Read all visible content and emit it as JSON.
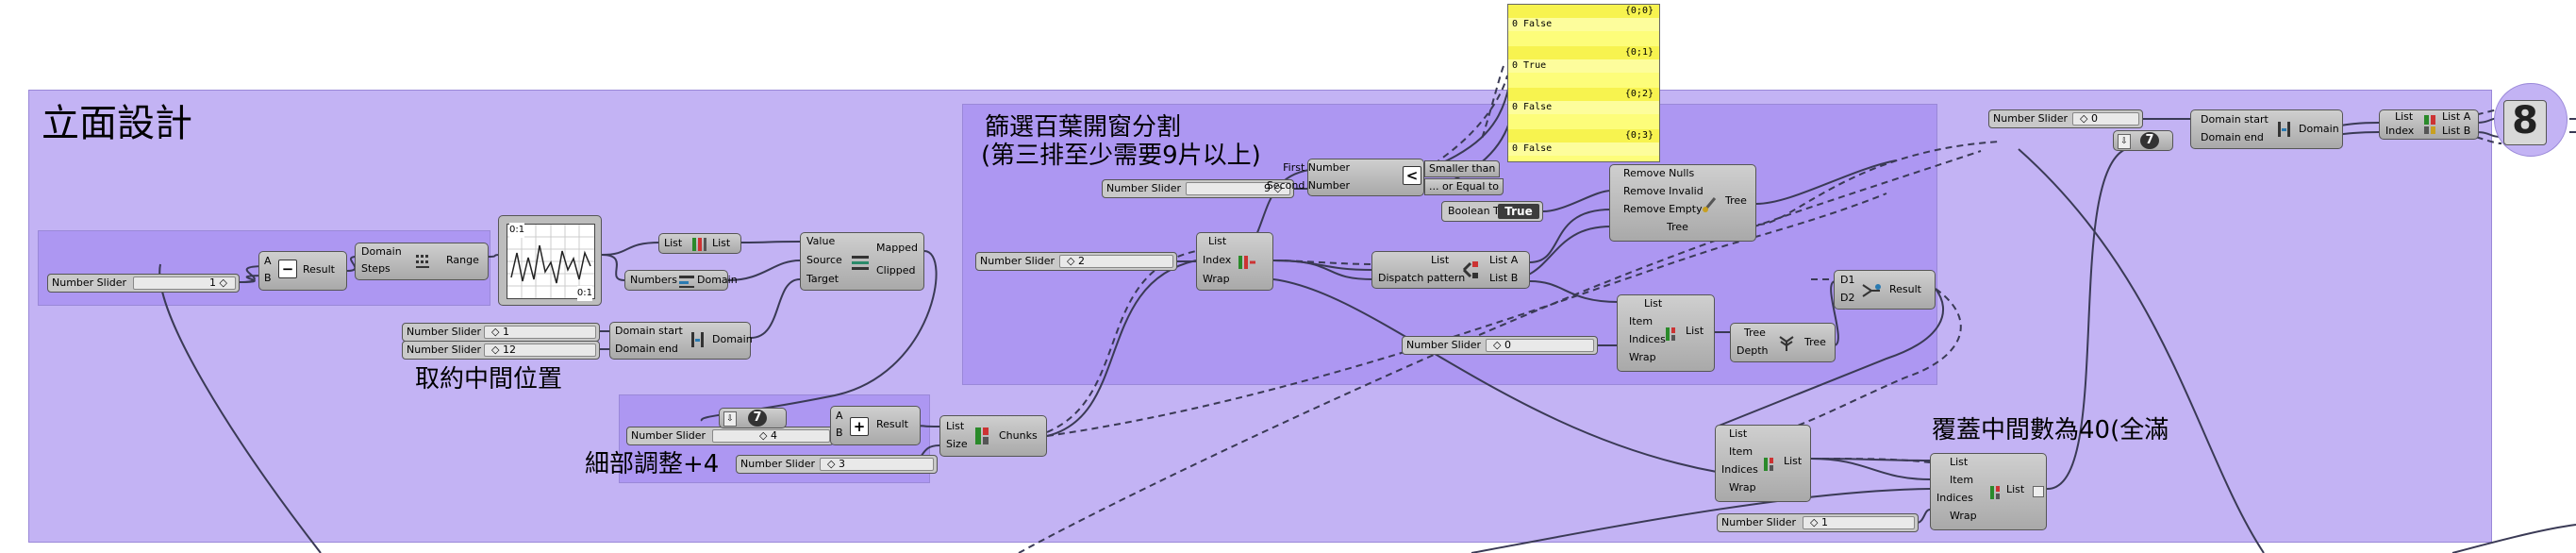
{
  "groups": {
    "main": {
      "title": "立面設計"
    },
    "louver": {
      "line1": "篩選百葉開窗分割",
      "line2": "(第三排至少需要9片以上)"
    },
    "middle_label": "取約中間位置",
    "detail_label": "細部調整+4",
    "cover_label": "覆蓋中間數為40(全滿"
  },
  "sliders": {
    "s1": {
      "label": "Number Slider",
      "value": "1 ◇"
    },
    "s_domain_start": {
      "label": "Number Slider",
      "value": "◇ 1"
    },
    "s_domain_end": {
      "label": "Number Slider",
      "value": "◇ 12"
    },
    "s_four": {
      "label": "Number Slider",
      "value": "◇ 4"
    },
    "s_three": {
      "label": "Number Slider",
      "value": "◇ 3"
    },
    "s_two": {
      "label": "Number Slider",
      "value": "◇ 2"
    },
    "s_nine": {
      "label": "Number Slider",
      "value": "9 ◇"
    },
    "s_zero": {
      "label": "Number Slider",
      "value": "◇ 0"
    },
    "s_one_b": {
      "label": "Number Slider",
      "value": "◇ 1"
    },
    "s_top": {
      "label": "Number Slider",
      "value": "◇ 0"
    }
  },
  "components": {
    "subtract": {
      "in": [
        "A",
        "B"
      ],
      "out": "Result",
      "icon": "−"
    },
    "range": {
      "in": [
        "Domain",
        "Steps"
      ],
      "out": "Range"
    },
    "graph": {
      "top": "0:1",
      "bottom": "0:1"
    },
    "list_length": {
      "in": "List",
      "out": "List"
    },
    "bounds": {
      "in": "Numbers",
      "out": "Domain"
    },
    "remap": {
      "in": [
        "Value",
        "Source",
        "Target"
      ],
      "out": [
        "Mapped",
        "Clipped"
      ]
    },
    "construct_domain": {
      "in": [
        "Domain start",
        "Domain end"
      ],
      "out": "Domain"
    },
    "addition": {
      "in": [
        "A",
        "B"
      ],
      "out": "Result",
      "icon": "+"
    },
    "chunks": {
      "in": [
        "List",
        "Size"
      ],
      "out": "Chunks"
    },
    "int_small": {
      "value": "7"
    },
    "list_item_a": {
      "in": [
        "List",
        "Index",
        "Wrap"
      ]
    },
    "compare": {
      "in": [
        "First Number",
        "Second Number"
      ],
      "out": [
        "Smaller than",
        "... or Equal to"
      ],
      "icon": "<"
    },
    "dispatch": {
      "in": [
        "List",
        "Dispatch pattern"
      ],
      "out": [
        "List A",
        "List B"
      ]
    },
    "clean_tree": {
      "in": [
        "Remove Nulls",
        "Remove Invalid",
        "Remove Empty",
        "Tree"
      ],
      "out": "Tree"
    },
    "toggle": {
      "label": "Boolean Toggle",
      "value": "True"
    },
    "list_item_b": {
      "in": [
        "List",
        "Item",
        "Indices",
        "Wrap"
      ],
      "out": "List"
    },
    "trim_tree": {
      "in": [
        "Tree",
        "Depth"
      ],
      "out": "Tree"
    },
    "merge": {
      "in": [
        "D1",
        "D2"
      ],
      "out": "Result"
    },
    "list_item_c": {
      "in": [
        "List",
        "Item",
        "Indices",
        "Wrap"
      ],
      "out": "List"
    },
    "list_item_d": {
      "in": [
        "List",
        "Item",
        "Indices",
        "Wrap"
      ],
      "out": "List"
    },
    "domain_top": {
      "in": [
        "Domain start",
        "Domain end"
      ],
      "out": "Domain"
    },
    "int_top": {
      "value": "7"
    },
    "shift_list": {
      "in": [
        "List",
        "Index"
      ],
      "out": [
        "List A",
        "List B"
      ]
    },
    "big_num": {
      "value": "8"
    }
  },
  "panel": {
    "rows": [
      {
        "path": "{0;0}",
        "value": "0 False"
      },
      {
        "path": "{0;1}",
        "value": "0 True"
      },
      {
        "path": "{0;2}",
        "value": "0 False"
      },
      {
        "path": "{0;3}",
        "value": "0 False"
      }
    ]
  },
  "colors": {
    "main_group": "#c3b3f4",
    "sub_group": "#ad97f2",
    "panel": "#fdfd7a",
    "wire": "#3a3a55"
  }
}
